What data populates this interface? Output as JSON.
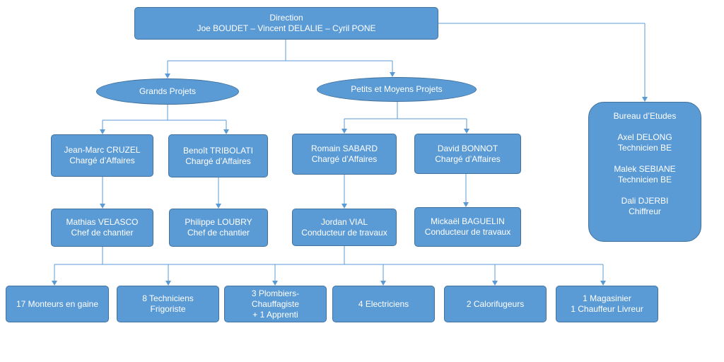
{
  "direction": {
    "title": "Direction",
    "members": "Joe BOUDET – Vincent DELALIE – Cyril PONE"
  },
  "grands_projets": "Grands Projets",
  "petits_projets": "Petits et Moyens Projets",
  "charges": [
    {
      "name": "Jean-Marc CRUZEL",
      "role": "Chargé d’Affaires"
    },
    {
      "name": "Benoît TRIBOLATI",
      "role": "Chargé d’Affaires"
    },
    {
      "name": "Romain SABARD",
      "role": "Chargé d’Affaires"
    },
    {
      "name": "David BONNOT",
      "role": "Chargé d’Affaires"
    }
  ],
  "chefs": [
    {
      "name": "Mathias VELASCO",
      "role": "Chef de chantier"
    },
    {
      "name": "Philippe LOUBRY",
      "role": "Chef de chantier"
    },
    {
      "name": "Jordan VIAL",
      "role": "Conducteur de travaux"
    },
    {
      "name": "Mickaël BAGUELIN",
      "role": "Conducteur de travaux"
    }
  ],
  "teams": [
    {
      "lines": [
        "17 Monteurs en gaine"
      ]
    },
    {
      "lines": [
        "8 Techniciens",
        "Frigoriste"
      ]
    },
    {
      "lines": [
        "3 Plombiers-",
        "Chauffagiste",
        "+ 1 Apprenti"
      ]
    },
    {
      "lines": [
        "4 Electriciens"
      ]
    },
    {
      "lines": [
        "2 Calorifugeurs"
      ]
    },
    {
      "lines": [
        "1 Magasinier",
        "1 Chauffeur Livreur"
      ]
    }
  ],
  "bureau": {
    "title": "Bureau d’Etudes",
    "members": [
      {
        "name": "Axel DELONG",
        "role": "Technicien BE"
      },
      {
        "name": "Malek SEBIANE",
        "role": "Technicien BE"
      },
      {
        "name": "Dali DJERBI",
        "role": "Chiffreur"
      }
    ]
  }
}
